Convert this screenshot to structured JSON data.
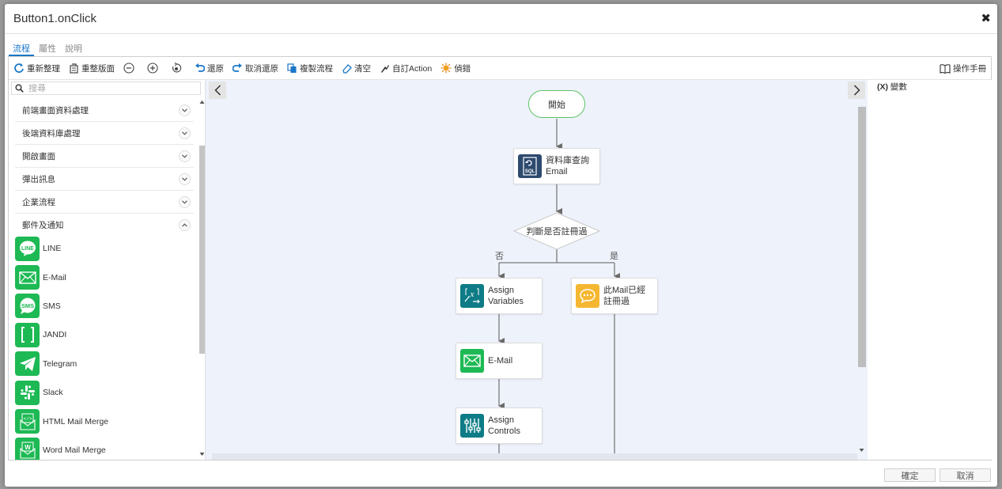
{
  "dialog": {
    "title": "Button1.onClick",
    "close_label": "✖"
  },
  "tabs": [
    {
      "label": "流程",
      "active": true
    },
    {
      "label": "屬性",
      "active": false
    },
    {
      "label": "說明",
      "active": false
    }
  ],
  "toolbar": {
    "reorganize": "重新整理",
    "relayout": "重整版面",
    "undo": "還原",
    "redo": "取消還原",
    "copy_flow": "複製流程",
    "clear": "清空",
    "custom_action": "自訂Action",
    "debug": "偵錯",
    "manual": "操作手冊"
  },
  "sidebar": {
    "search_placeholder": "搜尋",
    "categories": [
      {
        "label": "前端畫面資料處理"
      },
      {
        "label": "後端資料庫處理"
      },
      {
        "label": "開啟畫面"
      },
      {
        "label": "彈出訊息"
      },
      {
        "label": "企業流程"
      },
      {
        "label": "郵件及通知"
      }
    ],
    "items": [
      {
        "label": "LINE",
        "icon": "line-icon"
      },
      {
        "label": "E-Mail",
        "icon": "mail-icon"
      },
      {
        "label": "SMS",
        "icon": "sms-icon"
      },
      {
        "label": "JANDI",
        "icon": "jandi-icon"
      },
      {
        "label": "Telegram",
        "icon": "telegram-icon"
      },
      {
        "label": "Slack",
        "icon": "slack-icon"
      },
      {
        "label": "HTML Mail Merge",
        "icon": "html-mail-merge-icon"
      },
      {
        "label": "Word Mail Merge",
        "icon": "word-mail-merge-icon"
      }
    ]
  },
  "flow": {
    "start": "開始",
    "db_query_line1": "資料庫查詢",
    "db_query_line2": "Email",
    "decision": "判斷是否註冊過",
    "branch_no": "否",
    "branch_yes": "是",
    "assign_vars_line1": "Assign",
    "assign_vars_line2": "Variables",
    "registered_line1": "此Mail已經",
    "registered_line2": "註冊過",
    "email": "E-Mail",
    "assign_ctrl_line1": "Assign",
    "assign_ctrl_line2": "Controls"
  },
  "right_panel": {
    "var_prefix": "(X)",
    "var_title": "變數"
  },
  "footer": {
    "ok": "確定",
    "cancel": "取消"
  },
  "colors": {
    "accent": "#1a76c8",
    "notify_green": "#1db954",
    "db_navy": "#2d4a6e",
    "teal": "#0e7c86",
    "message_yellow": "#f5b731",
    "start_border": "#5bc263"
  }
}
